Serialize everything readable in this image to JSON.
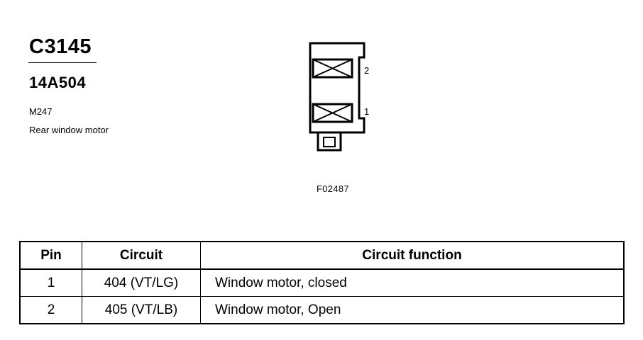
{
  "connector": {
    "id": "C3145",
    "part_number": "14A504",
    "component_code": "M247",
    "component_description": "Rear window motor",
    "pin_labels": [
      "2",
      "1"
    ],
    "figure_id": "F02487"
  },
  "table": {
    "headers": [
      "Pin",
      "Circuit",
      "Circuit function"
    ],
    "rows": [
      {
        "pin": "1",
        "circuit": "404 (VT/LG)",
        "function": "Window motor, closed"
      },
      {
        "pin": "2",
        "circuit": "405 (VT/LB)",
        "function": "Window motor, Open"
      }
    ]
  }
}
